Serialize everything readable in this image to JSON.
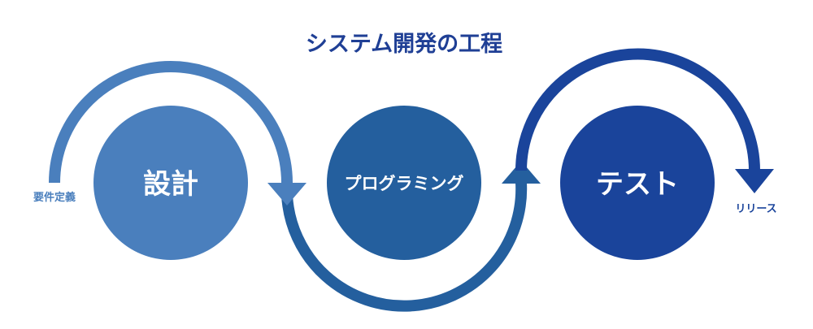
{
  "title": "システム開発の工程",
  "start_label": "要件定義",
  "end_label": "リリース",
  "steps": [
    {
      "label": "設計",
      "color": "#4a7fbd"
    },
    {
      "label": "プログラミング",
      "color": "#245f9e"
    },
    {
      "label": "テスト",
      "color": "#1a449b"
    }
  ],
  "colors": {
    "title": "#1f3f95",
    "start_label": "#4a7fbd",
    "end_label": "#1a449b"
  }
}
